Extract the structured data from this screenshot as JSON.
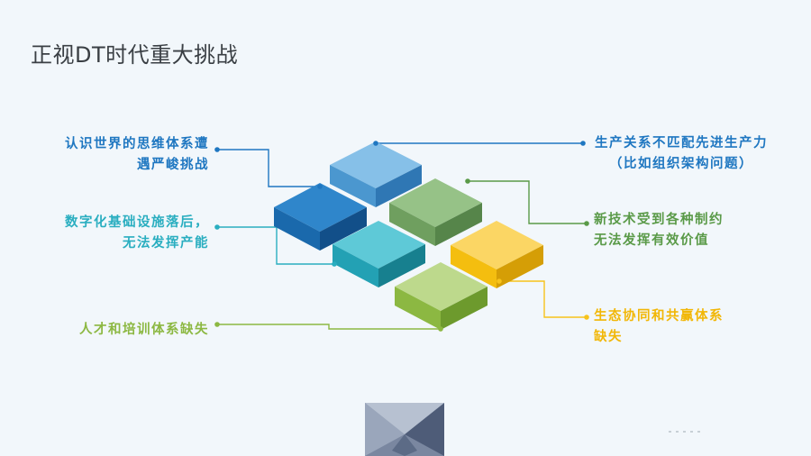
{
  "title": "正视DT时代重大挑战",
  "labels": {
    "left_1": [
      "认识世界的思维体系遭",
      "遇严峻挑战"
    ],
    "left_2": [
      "数字化基础设施落后，",
      "无法发挥产能"
    ],
    "left_3": [
      "人才和培训体系缺失"
    ],
    "right_1": [
      "生产关系不匹配先进生产力",
      "（比如组织架构问题）"
    ],
    "right_2": [
      "新技术受到各种制约",
      "无法发挥有效价值"
    ],
    "right_3": [
      "生态协同和共赢体系",
      "缺失"
    ]
  },
  "colors": {
    "background": "#f2f7fb",
    "title": "#3a3f44",
    "blue_dark": "#1f77c1",
    "blue_light": "#7fbde6",
    "green": "#8dba7a",
    "teal": "#2aaec0",
    "yellow": "#f7c31b",
    "lime": "#8cb842",
    "logo": "#5c6b86"
  }
}
